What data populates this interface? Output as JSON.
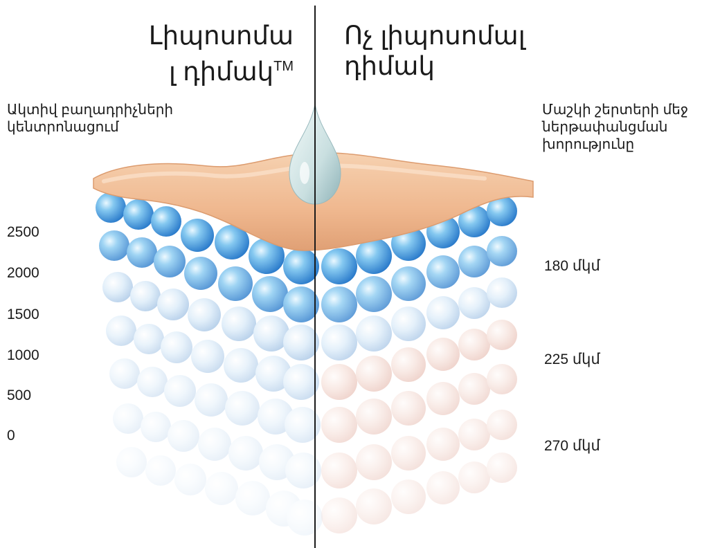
{
  "title_left": "Լիպոսոմա\nլ դիմակ™",
  "title_left_line1": "Լիպոսոմա",
  "title_left_line2": "լ դիմակ",
  "title_left_tm": "TM",
  "title_right_line1": "Ոչ լիպոսոմալ",
  "title_right_line2": "դիմակ",
  "left_label_line1": "Ակտիվ բաղադրիչների",
  "left_label_line2": "կենտրոնացում",
  "right_label_line1": "Մաշկի շերտերի մեջ",
  "right_label_line2": "ներթափանցման",
  "right_label_line3": "խորությունը",
  "concentration_scale": [
    "2500",
    "2000",
    "1500",
    "1000",
    "500",
    "0"
  ],
  "depth_markers": [
    "180 մկմ",
    "225 մկմ",
    "270 մկմ"
  ]
}
